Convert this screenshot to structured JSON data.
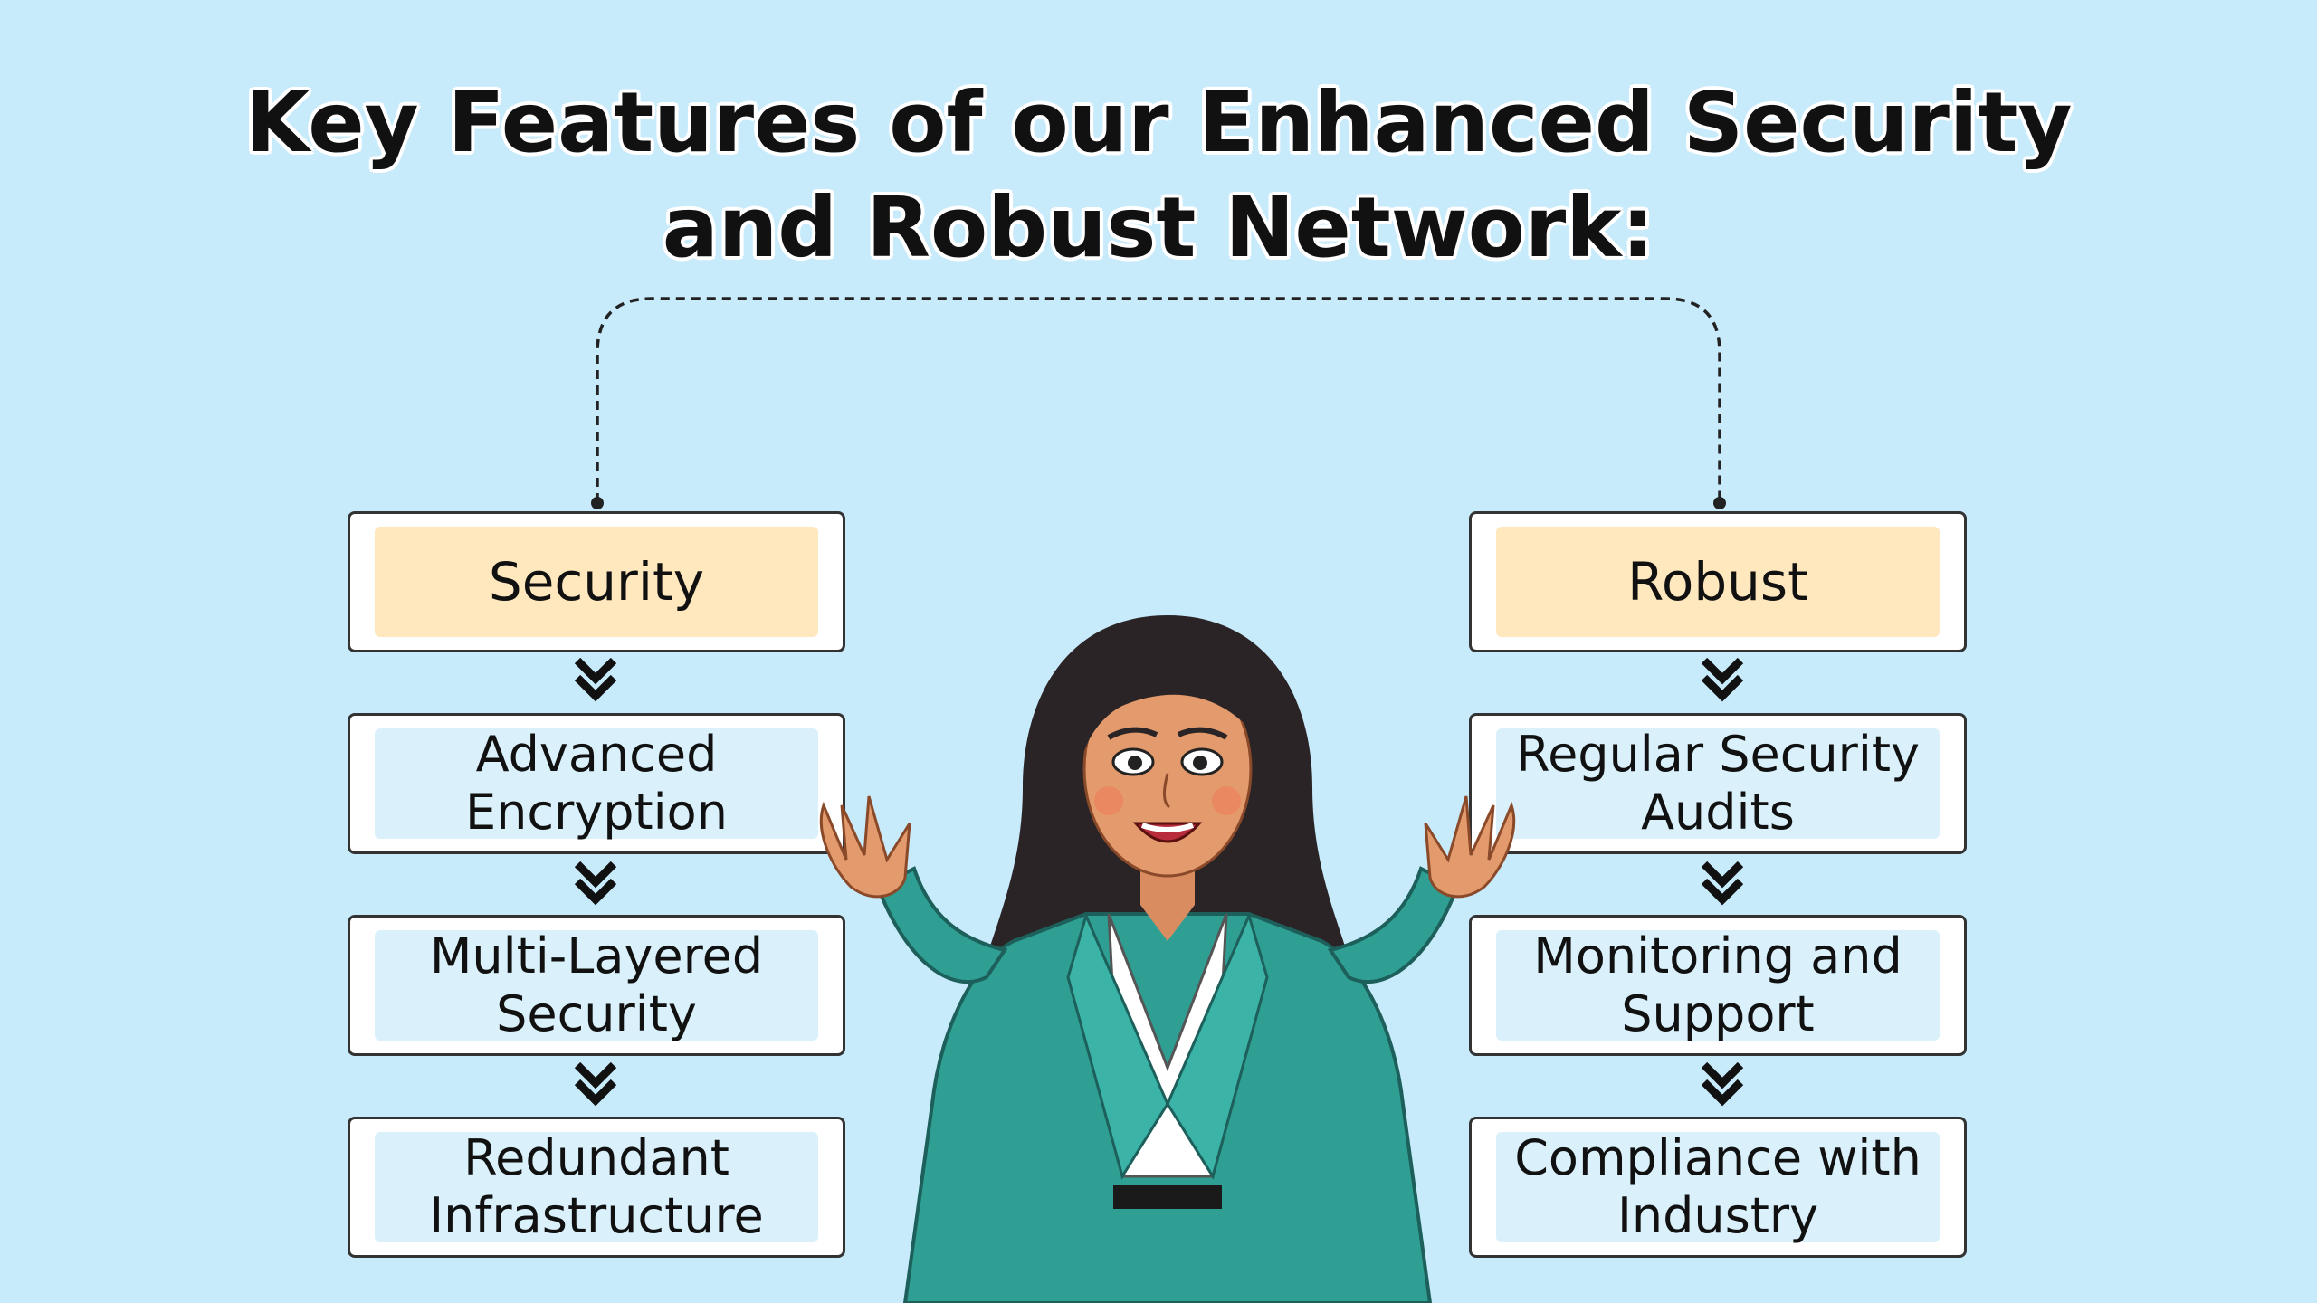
{
  "title": {
    "line1": "Key Features of our Enhanced Security",
    "line2": "and Robust Network:"
  },
  "left_column": {
    "header": "Security",
    "items": [
      {
        "line1": "Advanced",
        "line2": "Encryption"
      },
      {
        "line1": "Multi-Layered",
        "line2": "Security"
      },
      {
        "line1": "Redundant",
        "line2": "Infrastructure"
      }
    ]
  },
  "right_column": {
    "header": "Robust",
    "items": [
      {
        "line1": "Regular Security",
        "line2": "Audits"
      },
      {
        "line1": "Monitoring and",
        "line2": "Support"
      },
      {
        "line1": "Compliance with",
        "line2": "Industry"
      }
    ]
  },
  "colors": {
    "background": "#c8ebfc",
    "header_fill": "#ffe8bd",
    "item_fill": "#daf1fb",
    "jacket": "#2f9f94"
  },
  "illustration": {
    "subject": "woman-presenter-illustration"
  }
}
